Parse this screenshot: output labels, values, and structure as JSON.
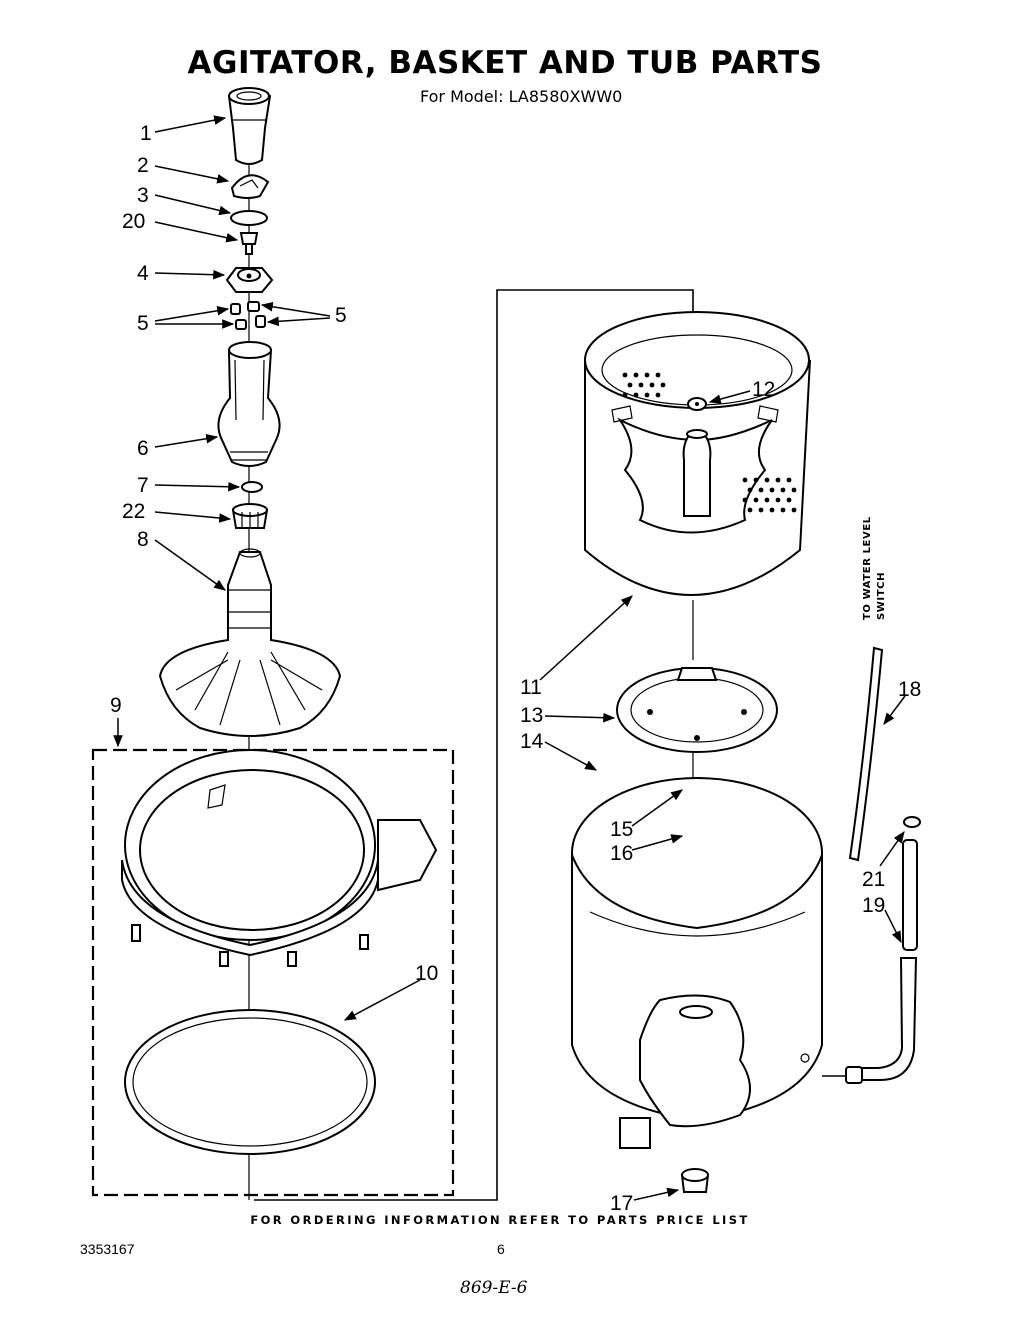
{
  "header": {
    "title": "AGITATOR, BASKET AND TUB PARTS",
    "subtitle": "For Model: LA8580XWW0"
  },
  "callouts": {
    "c1": "1",
    "c2": "2",
    "c3": "3",
    "c20": "20",
    "c4": "4",
    "c5a": "5",
    "c5b": "5",
    "c6": "6",
    "c7": "7",
    "c22": "22",
    "c8": "8",
    "c9": "9",
    "c10": "10",
    "c11": "11",
    "c12": "12",
    "c13": "13",
    "c14": "14",
    "c15": "15",
    "c16": "16",
    "c17": "17",
    "c18": "18",
    "c19": "19",
    "c21": "21"
  },
  "side_label": {
    "line1": "TO WATER LEVEL",
    "line2": "SWITCH"
  },
  "footer": {
    "ordering_note": "FOR ORDERING INFORMATION REFER TO PARTS PRICE LIST",
    "doc_number": "3353167",
    "page_number": "6",
    "handwritten": "869-E-6"
  },
  "colors": {
    "ink": "#000000",
    "paper": "#ffffff"
  }
}
